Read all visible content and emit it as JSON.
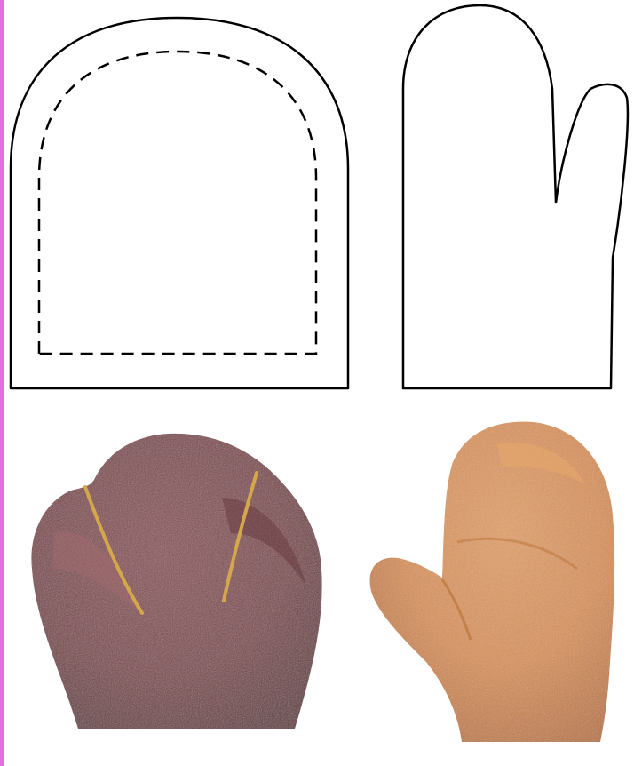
{
  "image": {
    "description_free": true,
    "colors": {
      "background": "#ffffff",
      "edge_strip": "#e36fe3",
      "pattern_outline": "#000000",
      "puppet_felt_maroon": "#7b4046",
      "puppet_felt_maroon_dark": "#5e2d33",
      "puppet_felt_maroon_light": "#a56a6f",
      "stitch_seam": "#d4a84a",
      "mitten_felt_orange": "#d98f4e",
      "mitten_felt_orange_dark": "#b86f33",
      "mitten_felt_orange_light": "#e9aa6c"
    },
    "panels": [
      {
        "name": "hat-pattern-outline",
        "line_styles": [
          "solid",
          "dashed"
        ]
      },
      {
        "name": "mitten-pattern-outline",
        "line_styles": [
          "solid"
        ]
      },
      {
        "name": "maroon-felt-puppet",
        "seams": 2
      },
      {
        "name": "orange-felt-mitten",
        "seams": 0
      }
    ]
  }
}
